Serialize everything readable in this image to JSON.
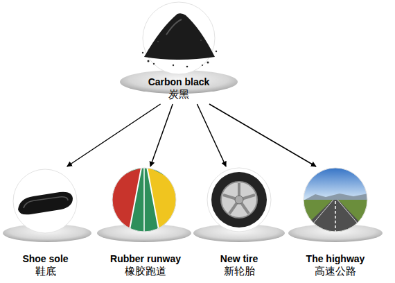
{
  "diagram": {
    "nodes": [
      {
        "text": [
          "Carbon black",
          "炭黑"
        ]
      },
      {
        "text": [
          "Shoe sole",
          "鞋底"
        ]
      },
      {
        "text": [
          "Rubber runway",
          "橡胶跑道"
        ]
      },
      {
        "text": [
          "New tire",
          "新轮胎"
        ]
      },
      {
        "text": [
          "The highway",
          "高速公路"
        ]
      }
    ],
    "edges": [
      {
        "from": 0,
        "to": 1,
        "arrow": "to"
      },
      {
        "from": 0,
        "to": 2,
        "arrow": "to"
      },
      {
        "from": 0,
        "to": 3,
        "arrow": "to"
      },
      {
        "from": 0,
        "to": 4,
        "arrow": "to"
      }
    ]
  }
}
